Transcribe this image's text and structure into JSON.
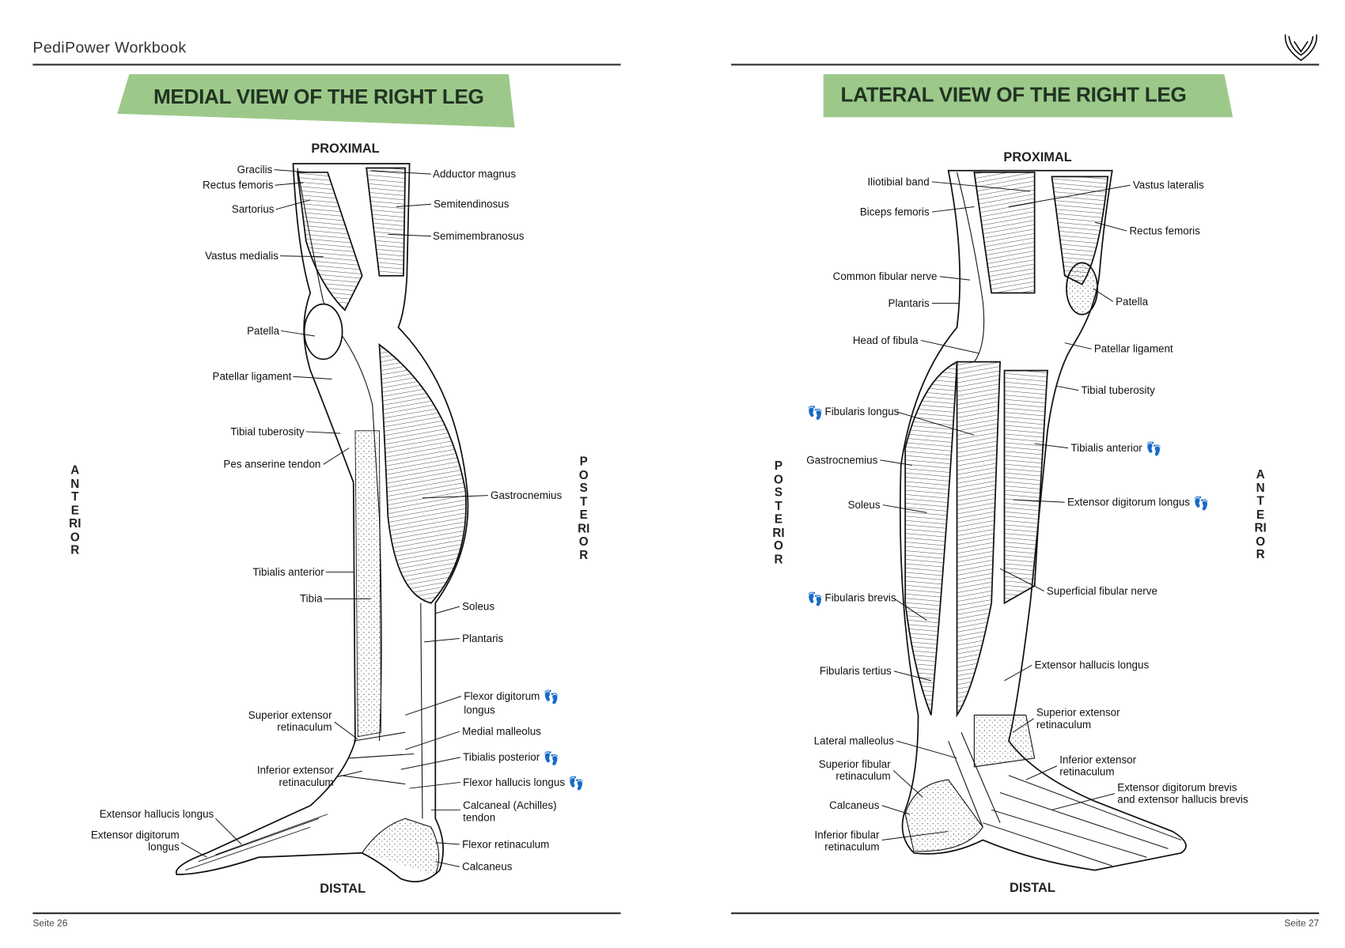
{
  "header": {
    "running_title": "PediPower Workbook",
    "logo": "hands-logo-icon"
  },
  "footer": {
    "left_page": "Seite 26",
    "right_page": "Seite 27"
  },
  "colors": {
    "banner": "#9cc98a",
    "text": "#223322"
  },
  "left_page": {
    "title": "MEDIAL VIEW OF THE RIGHT LEG",
    "proximal": "PROXIMAL",
    "distal": "DISTAL",
    "anterior": "ANTERIOR",
    "posterior": "POSTERIOR",
    "labels": {
      "gracilis": "Gracilis",
      "rectus_femoris": "Rectus femoris",
      "sartorius": "Sartorius",
      "vastus_medialis": "Vastus medialis",
      "patella": "Patella",
      "patellar_ligament": "Patellar ligament",
      "tibial_tuberosity": "Tibial tuberosity",
      "pes_anserine": "Pes anserine tendon",
      "tibialis_anterior": "Tibialis anterior",
      "tibia": "Tibia",
      "sup_ext_ret_1": "Superior extensor",
      "sup_ext_ret_2": "retinaculum",
      "inf_ext_ret_1": "Inferior extensor",
      "inf_ext_ret_2": "retinaculum",
      "ext_hallucis_longus": "Extensor hallucis longus",
      "ext_digitorum_longus_1": "Extensor digitorum",
      "ext_digitorum_longus_2": "longus",
      "adductor_magnus": "Adductor magnus",
      "semitendinosus": "Semitendinosus",
      "semimembranosus": "Semimembranosus",
      "gastrocnemius": "Gastrocnemius",
      "soleus": "Soleus",
      "plantaris": "Plantaris",
      "flexor_digitorum_longus_1": "Flexor digitorum",
      "flexor_digitorum_longus_2": "longus",
      "medial_malleolus": "Medial malleolus",
      "tibialis_posterior": "Tibialis posterior",
      "flexor_hallucis_longus": "Flexor hallucis longus",
      "calcaneal_tendon_1": "Calcaneal (Achilles)",
      "calcaneal_tendon_2": "tendon",
      "flexor_retinaculum": "Flexor retinaculum",
      "calcaneus": "Calcaneus"
    }
  },
  "right_page": {
    "title": "LATERAL VIEW OF THE RIGHT LEG",
    "proximal": "PROXIMAL",
    "distal": "DISTAL",
    "anterior": "ANTERIOR",
    "posterior": "POSTERIOR",
    "labels": {
      "iliotibial_band": "Iliotibial band",
      "biceps_femoris": "Biceps femoris",
      "common_fibular_nerve": "Common fibular nerve",
      "plantaris": "Plantaris",
      "head_of_fibula": "Head of fibula",
      "fibularis_longus": "Fibularis longus",
      "gastrocnemius": "Gastrocnemius",
      "soleus": "Soleus",
      "fibularis_brevis": "Fibularis brevis",
      "fibularis_tertius": "Fibularis tertius",
      "lateral_malleolus": "Lateral malleolus",
      "sup_fib_ret_1": "Superior fibular",
      "sup_fib_ret_2": "retinaculum",
      "calcaneus": "Calcaneus",
      "inf_fib_ret_1": "Inferior fibular",
      "inf_fib_ret_2": "retinaculum",
      "vastus_lateralis": "Vastus lateralis",
      "rectus_femoris": "Rectus femoris",
      "patella": "Patella",
      "patellar_ligament": "Patellar ligament",
      "tibial_tuberosity": "Tibial tuberosity",
      "tibialis_anterior": "Tibialis anterior",
      "ext_digitorum_longus": "Extensor digitorum longus",
      "superficial_fibular_nerve": "Superficial fibular nerve",
      "ext_hallucis_longus": "Extensor hallucis longus",
      "sup_ext_ret_1": "Superior extensor",
      "sup_ext_ret_2": "retinaculum",
      "inf_ext_ret_1": "Inferior extensor",
      "inf_ext_ret_2": "retinaculum",
      "ext_brevis_1": "Extensor digitorum brevis",
      "ext_brevis_2": "and extensor hallucis brevis"
    }
  },
  "foot_icon": "footprint-icon"
}
